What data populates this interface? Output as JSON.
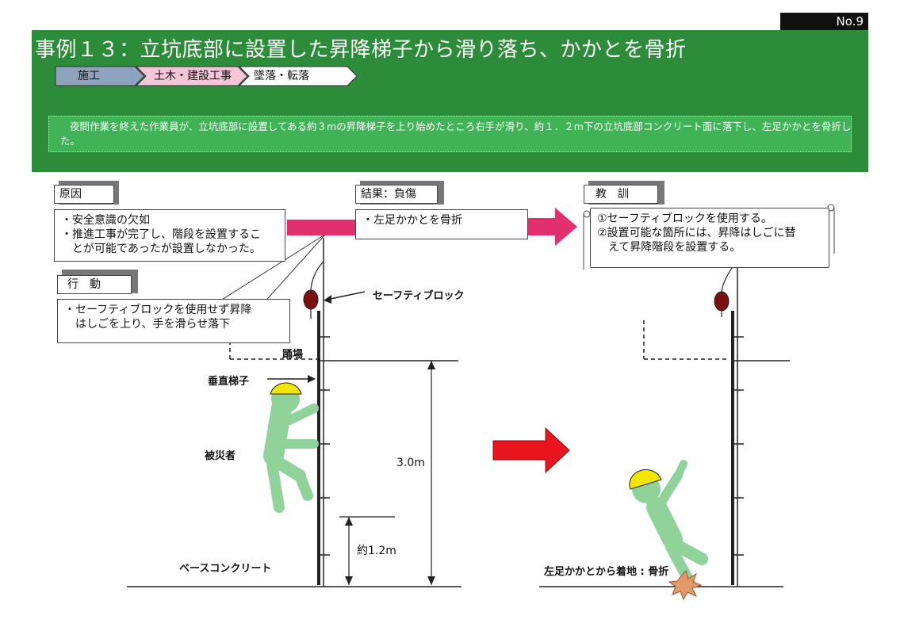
{
  "badge": "No.9",
  "title": "事例１３：立坑底部に設置した昇降梯子から滑り落ち、かかとを骨折",
  "tags": [
    "施工",
    "土木・建設工事",
    "墜落・転落"
  ],
  "summary": "夜間作業を終えた作業員が、立坑底部に設置してある約３mの昇降梯子を上り始めたところ右手が滑り、約１．２m下の立坑底部コンクリート面に落下し、左足かかとを骨折した。",
  "cause": {
    "label": "原因",
    "line1": "・安全意識の欠如",
    "line2": "・推進工事が完了し、階段を設置するこ",
    "line3": "　とが可能であったが設置しなかった。"
  },
  "action": {
    "label": "行　動",
    "line1": "・セーフティブロックを使用せず昇降",
    "line2": "　はしごを上り、手を滑らせ落下"
  },
  "result": {
    "label": "結果：負傷",
    "line1": "・左足かかとを骨折"
  },
  "lesson": {
    "label": "教　訓",
    "line1": "①セーフティブロックを使用する。",
    "line2": "②設置可能な箇所には、昇降はしごに替",
    "line3": "　えて昇降階段を設置する。"
  },
  "diagram": {
    "safety_block": "セーフティブロック",
    "landing": "踊場",
    "ladder": "垂直梯子",
    "victim": "被災者",
    "base": "ベースコンクリート",
    "height_total": "3.0m",
    "height_fall": "約1.2m",
    "landing_result": "左足かかとから着地 : 骨折"
  },
  "colors": {
    "header": "#2c8c3a",
    "summary": "#3fb356",
    "tag_gray": "#8fa3bf",
    "tag_pink": "#f4c6d8",
    "arrow_pink": "#e2306f",
    "arrow_red": "#e8141e",
    "figure": "#8fd39b",
    "helmet": "#f3e600",
    "block": "#7a1010"
  }
}
